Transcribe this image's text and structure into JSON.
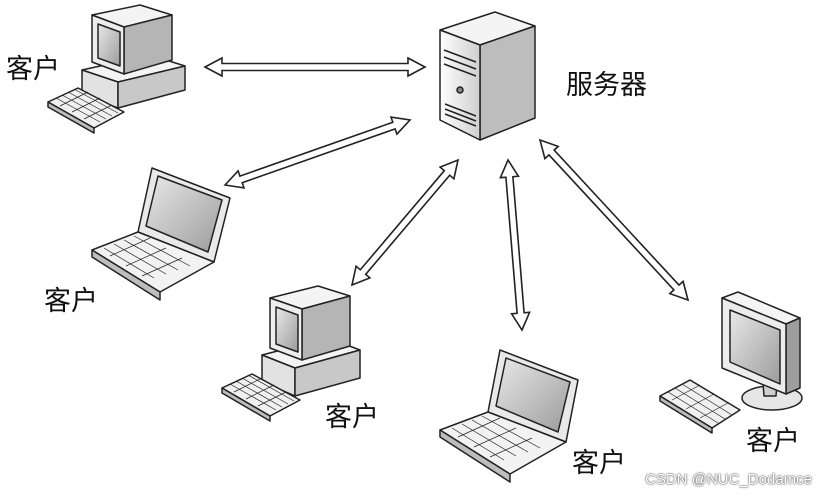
{
  "server": {
    "label": "服务器"
  },
  "clients": [
    {
      "label": "客户",
      "device": "desktop-computer"
    },
    {
      "label": "客户",
      "device": "laptop"
    },
    {
      "label": "客户",
      "device": "desktop-computer"
    },
    {
      "label": "客户",
      "device": "laptop"
    },
    {
      "label": "客户",
      "device": "monitor-workstation"
    }
  ],
  "watermark": "CSDN @NUC_Dodamce",
  "colors": {
    "line": "#222222",
    "arrow_fill": "#ffffff",
    "device_light": "#f2f2f2",
    "device_mid": "#d9d9d9",
    "device_dark": "#9a9a9a",
    "screen": "#c8c8c8"
  }
}
